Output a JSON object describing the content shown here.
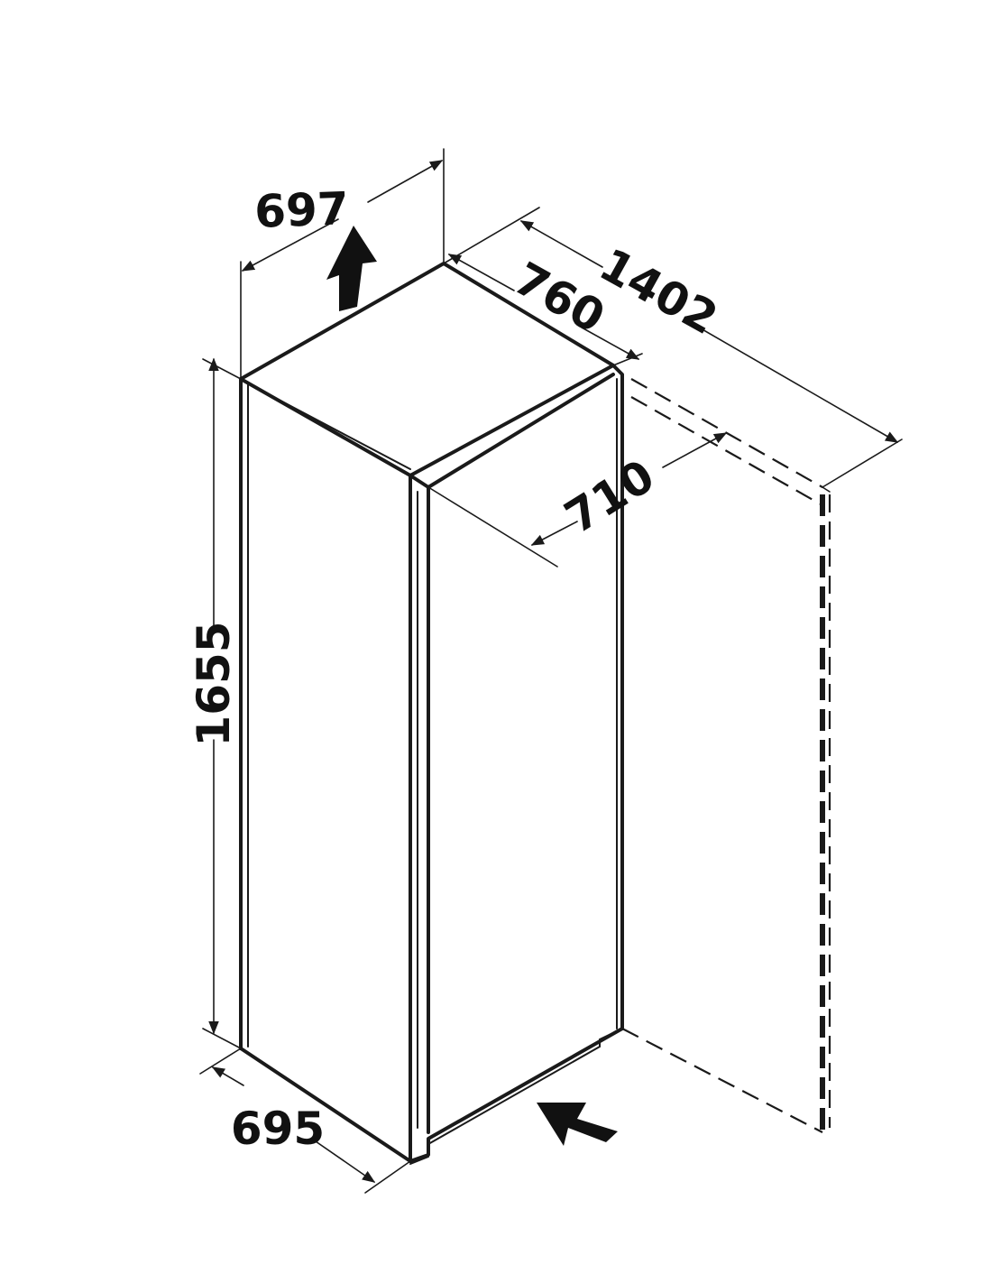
{
  "dimensions": {
    "top_width": "697",
    "depth_with_door": "760",
    "depth_door_open": "1402",
    "door_clearance": "710",
    "height": "1655",
    "base_width": "695"
  },
  "icons": {
    "vent_up": "arrow-up-icon",
    "vent_in": "arrow-diagonal-icon"
  },
  "colors": {
    "line": "#1a1a1a",
    "background": "#ffffff"
  }
}
